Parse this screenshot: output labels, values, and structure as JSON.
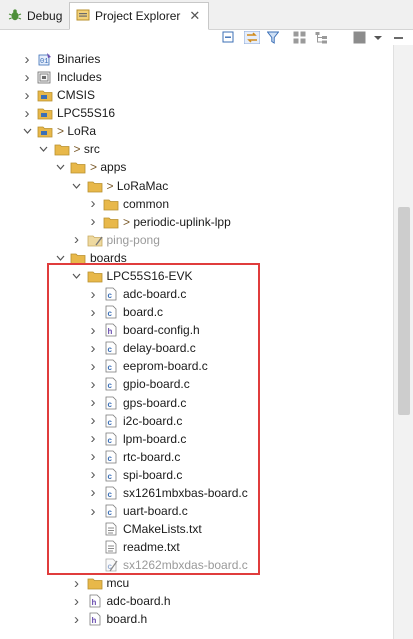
{
  "tabs": [
    {
      "label": "Debug",
      "icon": "debug-icon"
    },
    {
      "label": "Project Explorer",
      "icon": "project-explorer-icon",
      "active": true
    }
  ],
  "toolbar": {
    "buttons": [
      "collapse-all-icon",
      "link-with-editor-icon",
      "filter-icon",
      "group-icon",
      "tree-icon",
      "stop-icon",
      "view-menu-icon"
    ]
  },
  "colors": {
    "highlight": "#e03c3c",
    "folder": "#e8b84a",
    "file_c": "#3b6fb6",
    "file_h": "#6b4fb0"
  },
  "tree": [
    {
      "label": "Binaries",
      "prefix": "",
      "indent": 0,
      "arrow": "right",
      "icon": "binaries-icon",
      "dim": false
    },
    {
      "label": "Includes",
      "prefix": "",
      "indent": 0,
      "arrow": "right",
      "icon": "includes-icon",
      "dim": false
    },
    {
      "label": "CMSIS",
      "prefix": "",
      "indent": 0,
      "arrow": "right",
      "icon": "source-folder-icon",
      "dim": false
    },
    {
      "label": "LPC55S16",
      "prefix": "",
      "indent": 0,
      "arrow": "right",
      "icon": "source-folder-icon",
      "dim": false
    },
    {
      "label": "LoRa",
      "prefix": ">",
      "indent": 0,
      "arrow": "down",
      "icon": "source-folder-icon",
      "dim": false
    },
    {
      "label": "src",
      "prefix": ">",
      "indent": 1,
      "arrow": "down",
      "icon": "folder-icon",
      "dim": false
    },
    {
      "label": "apps",
      "prefix": ">",
      "indent": 2,
      "arrow": "down",
      "icon": "folder-icon",
      "dim": false
    },
    {
      "label": "LoRaMac",
      "prefix": ">",
      "indent": 3,
      "arrow": "down",
      "icon": "folder-icon",
      "dim": false
    },
    {
      "label": "common",
      "prefix": "",
      "indent": 4,
      "arrow": "right",
      "icon": "folder-icon",
      "dim": false
    },
    {
      "label": "periodic-uplink-lpp",
      "prefix": ">",
      "indent": 4,
      "arrow": "right",
      "icon": "folder-icon",
      "dim": false
    },
    {
      "label": "ping-pong",
      "prefix": "",
      "indent": 3,
      "arrow": "right",
      "icon": "excluded-folder-icon",
      "dim": true
    },
    {
      "label": "boards",
      "prefix": "",
      "indent": 2,
      "arrow": "down",
      "icon": "folder-icon",
      "dim": false
    },
    {
      "label": "LPC55S16-EVK",
      "prefix": "",
      "indent": 3,
      "arrow": "down",
      "icon": "folder-icon",
      "dim": false
    },
    {
      "label": "adc-board.c",
      "prefix": "",
      "indent": 4,
      "arrow": "right",
      "icon": "c-file-icon",
      "dim": false
    },
    {
      "label": "board.c",
      "prefix": "",
      "indent": 4,
      "arrow": "right",
      "icon": "c-file-icon",
      "dim": false
    },
    {
      "label": "board-config.h",
      "prefix": "",
      "indent": 4,
      "arrow": "right",
      "icon": "h-file-icon",
      "dim": false
    },
    {
      "label": "delay-board.c",
      "prefix": "",
      "indent": 4,
      "arrow": "right",
      "icon": "c-file-icon",
      "dim": false
    },
    {
      "label": "eeprom-board.c",
      "prefix": "",
      "indent": 4,
      "arrow": "right",
      "icon": "c-file-icon",
      "dim": false
    },
    {
      "label": "gpio-board.c",
      "prefix": "",
      "indent": 4,
      "arrow": "right",
      "icon": "c-file-icon",
      "dim": false
    },
    {
      "label": "gps-board.c",
      "prefix": "",
      "indent": 4,
      "arrow": "right",
      "icon": "c-file-icon",
      "dim": false
    },
    {
      "label": "i2c-board.c",
      "prefix": "",
      "indent": 4,
      "arrow": "right",
      "icon": "c-file-icon",
      "dim": false
    },
    {
      "label": "lpm-board.c",
      "prefix": "",
      "indent": 4,
      "arrow": "right",
      "icon": "c-file-icon",
      "dim": false
    },
    {
      "label": "rtc-board.c",
      "prefix": "",
      "indent": 4,
      "arrow": "right",
      "icon": "c-file-icon",
      "dim": false
    },
    {
      "label": "spi-board.c",
      "prefix": "",
      "indent": 4,
      "arrow": "right",
      "icon": "c-file-icon",
      "dim": false
    },
    {
      "label": "sx1261mbxbas-board.c",
      "prefix": "",
      "indent": 4,
      "arrow": "right",
      "icon": "c-file-icon",
      "dim": false
    },
    {
      "label": "uart-board.c",
      "prefix": "",
      "indent": 4,
      "arrow": "right",
      "icon": "c-file-icon",
      "dim": false
    },
    {
      "label": "CMakeLists.txt",
      "prefix": "",
      "indent": 4,
      "arrow": "none",
      "icon": "text-file-icon",
      "dim": false
    },
    {
      "label": "readme.txt",
      "prefix": "",
      "indent": 4,
      "arrow": "none",
      "icon": "text-file-icon",
      "dim": false
    },
    {
      "label": "sx1262mbxdas-board.c",
      "prefix": "",
      "indent": 4,
      "arrow": "none",
      "icon": "excluded-c-file-icon",
      "dim": true
    },
    {
      "label": "mcu",
      "prefix": "",
      "indent": 3,
      "arrow": "right",
      "icon": "folder-icon",
      "dim": false
    },
    {
      "label": "adc-board.h",
      "prefix": "",
      "indent": 3,
      "arrow": "right",
      "icon": "h-file-icon",
      "dim": false
    },
    {
      "label": "board.h",
      "prefix": "",
      "indent": 3,
      "arrow": "right",
      "icon": "h-file-icon",
      "dim": false
    }
  ]
}
